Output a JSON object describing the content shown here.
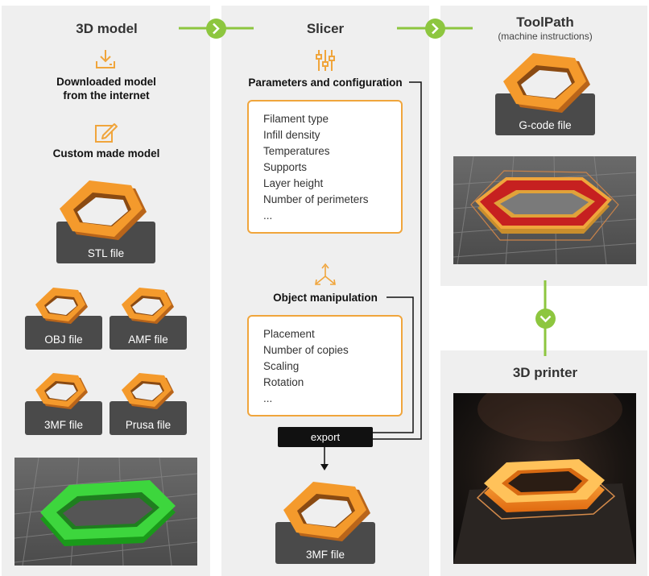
{
  "colors": {
    "accent_green": "#8dc63f",
    "orange": "#f0a53c",
    "panel": "#efefef",
    "dark_box": "#4a4a4a"
  },
  "model_column": {
    "title": "3D model",
    "downloaded_label_line1": "Downloaded model",
    "downloaded_label_line2": "from the internet",
    "custom_label": "Custom made model",
    "stl_label": "STL file",
    "obj_label": "OBJ file",
    "amf_label": "AMF file",
    "threemf_label": "3MF file",
    "prusa_label": "Prusa file"
  },
  "slicer_column": {
    "title": "Slicer",
    "params_heading": "Parameters and configuration",
    "params_items": [
      "Filament type",
      "Infill density",
      "Temperatures",
      "Supports",
      "Layer height",
      "Number of perimeters",
      "..."
    ],
    "manip_heading": "Object manipulation",
    "manip_items": [
      "Placement",
      "Number of copies",
      "Scaling",
      "Rotation",
      "..."
    ],
    "export_label": "export",
    "output_label": "3MF file"
  },
  "toolpath_column": {
    "title": "ToolPath",
    "subtitle": "(machine instructions)",
    "gcode_label": "G-code file"
  },
  "printer_column": {
    "title": "3D printer"
  }
}
